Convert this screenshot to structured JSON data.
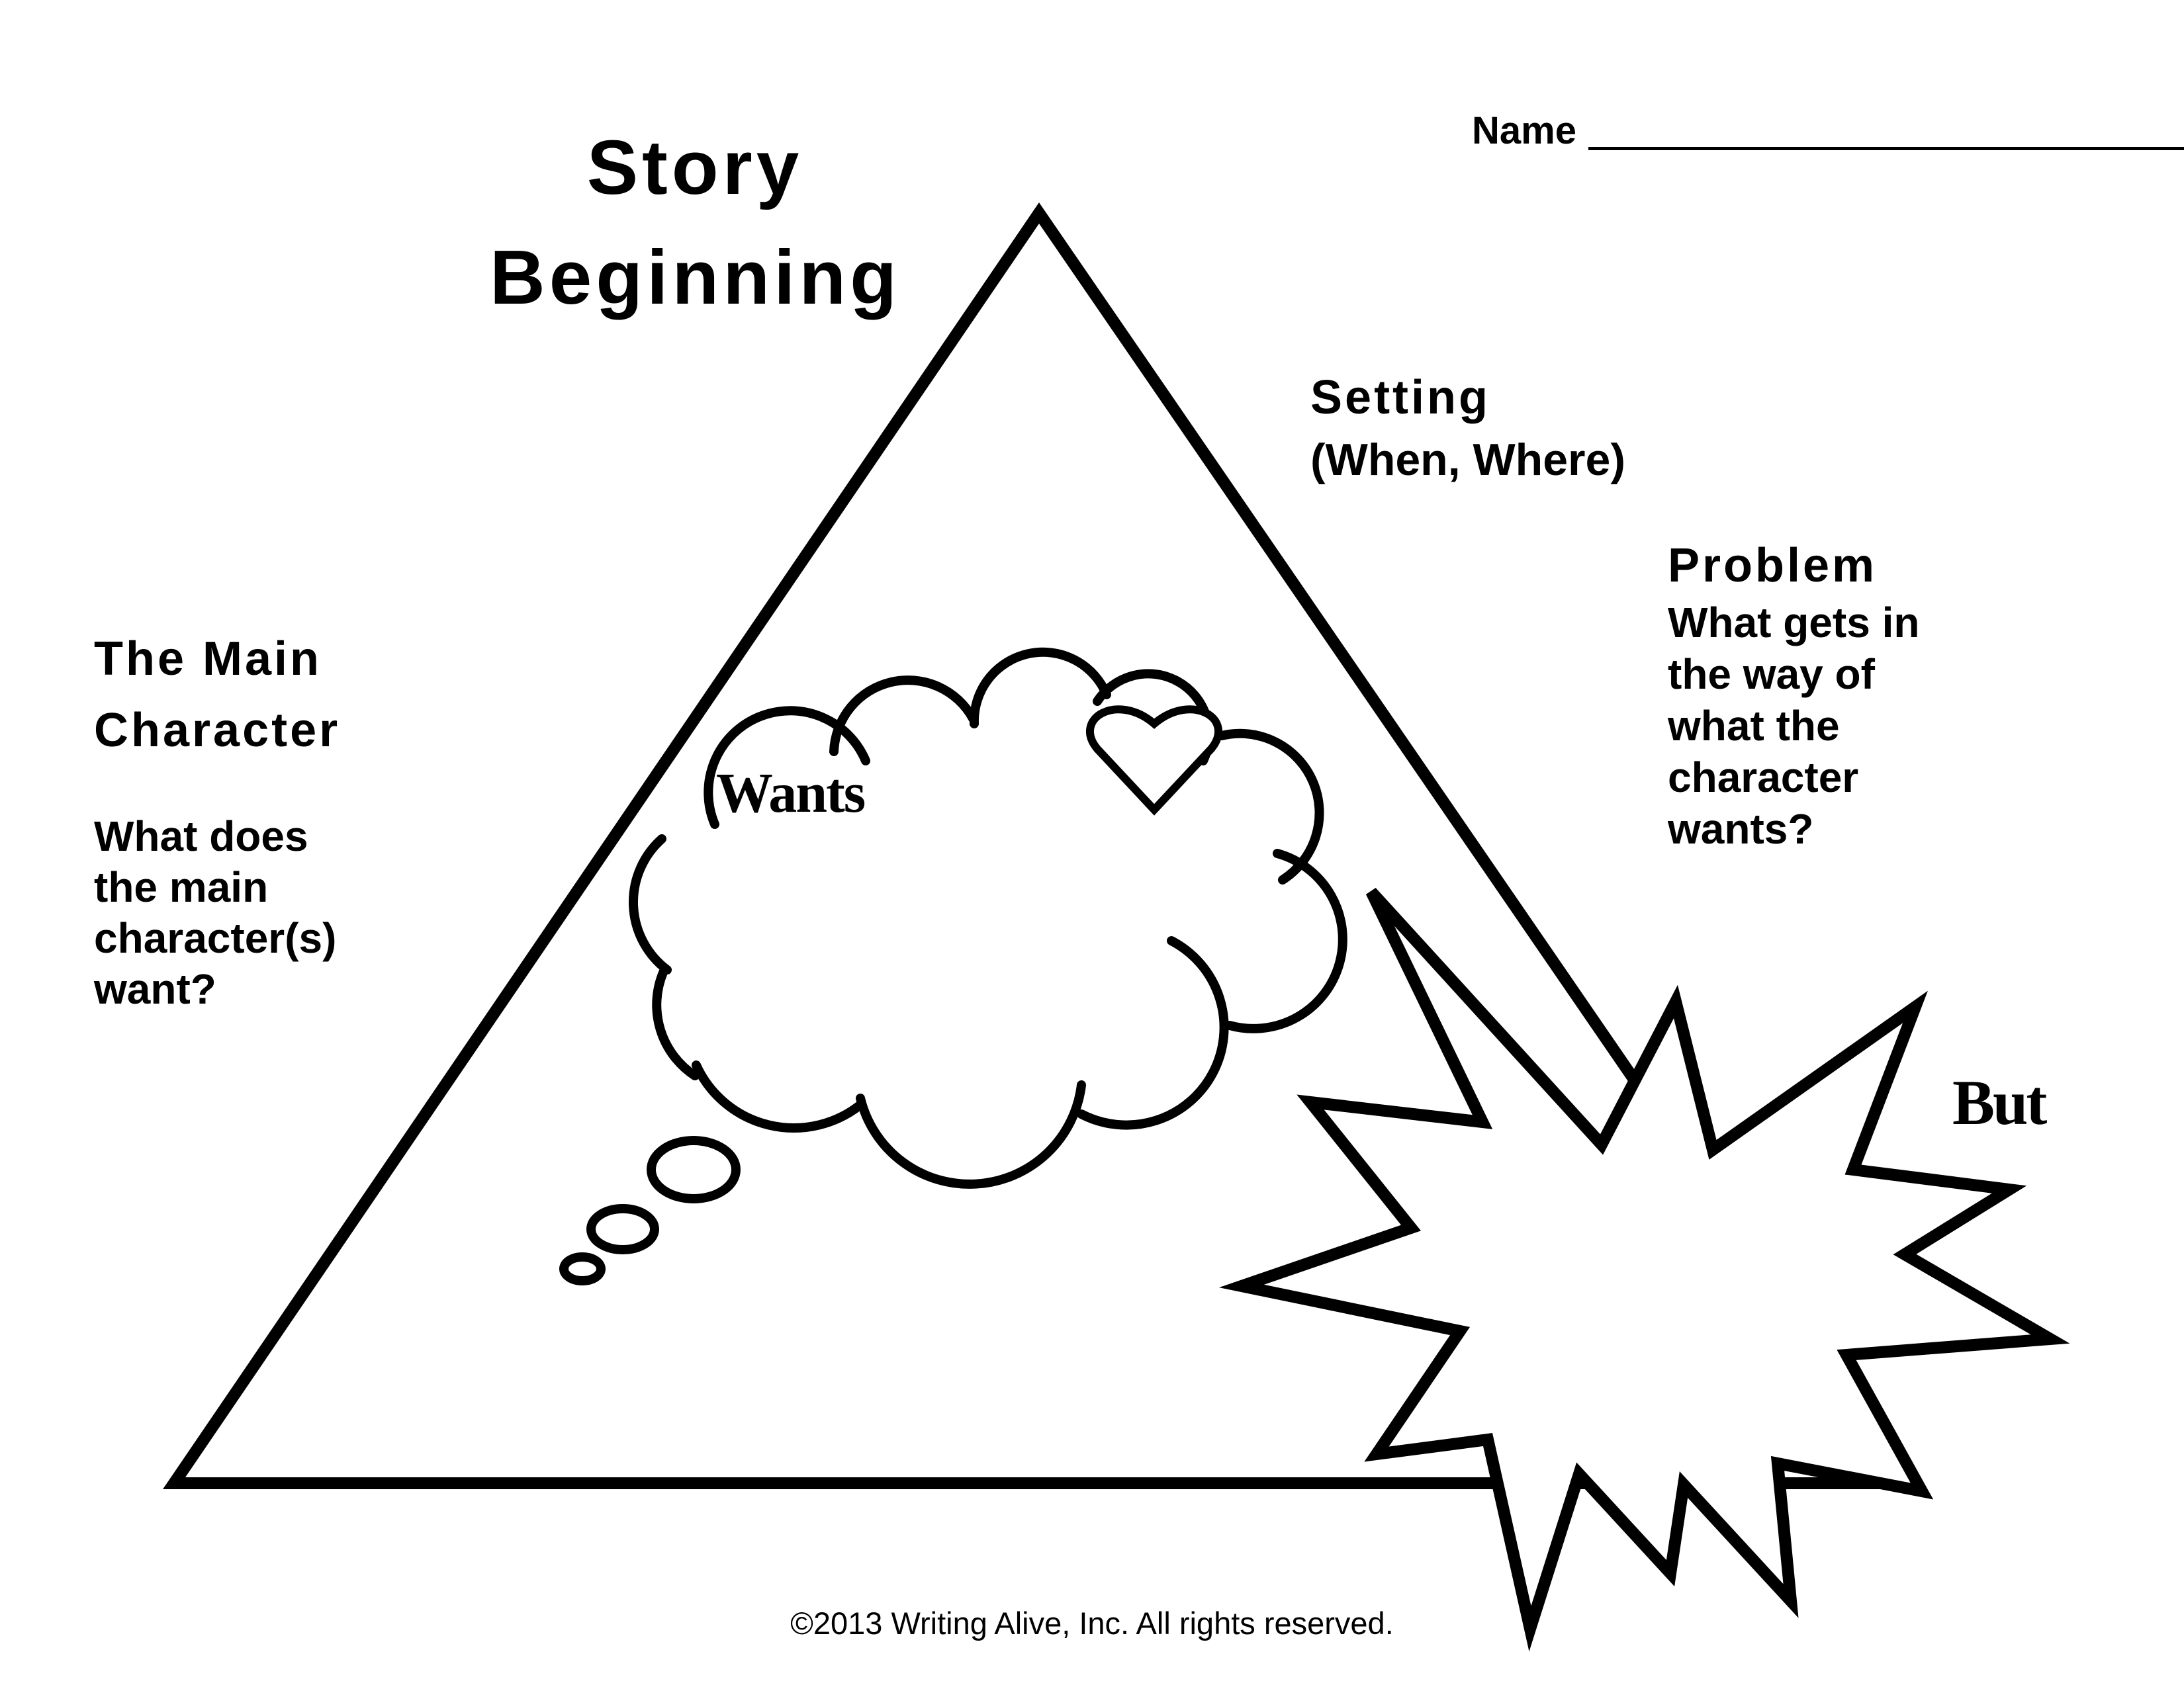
{
  "worksheet": {
    "title": "Story\nBeginning",
    "name_label": "Name",
    "setting": {
      "label": "Setting",
      "subtitle": "(When, Where)"
    },
    "problem": {
      "label": "Problem",
      "question": "What gets in\nthe way of\nwhat the\ncharacter\nwants?"
    },
    "main_character": {
      "label": "The Main\nCharacter",
      "question": "What does\nthe main\ncharacter(s)\nwant?"
    },
    "thought_bubble_label": "Wants",
    "burst_label": "But",
    "footer": "©2013 Writing Alive, Inc. All rights reserved."
  },
  "icons": {
    "triangle": "story-triangle-outline",
    "cloud": "thought-cloud-icon",
    "heart": "heart-icon",
    "burst": "explosion-burst-icon"
  },
  "colors": {
    "ink": "#000000",
    "paper": "#ffffff"
  }
}
